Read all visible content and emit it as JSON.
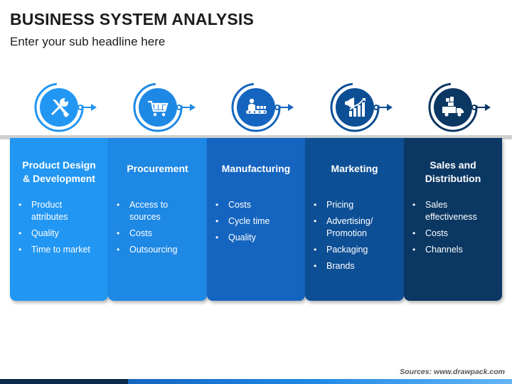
{
  "header": {
    "title": "BUSINESS SYSTEM ANALYSIS",
    "subtitle": "Enter your sub headline here"
  },
  "columns": [
    {
      "title_line1": "Product Design",
      "title_line2": "& Development",
      "icon": "wrench-screwdriver-icon",
      "color": "#2196f3",
      "items": [
        [
          "Product",
          "attributes"
        ],
        [
          "Quality"
        ],
        [
          "Time to market"
        ]
      ]
    },
    {
      "title_line1": "Procurement",
      "title_line2": "",
      "icon": "shopping-cart-icon",
      "color": "#1e88e5",
      "items": [
        [
          "Access to",
          "sources"
        ],
        [
          "Costs"
        ],
        [
          "Outsourcing"
        ]
      ]
    },
    {
      "title_line1": "Manufacturing",
      "title_line2": "",
      "icon": "conveyor-worker-icon",
      "color": "#1565c0",
      "items": [
        [
          "Costs"
        ],
        [
          "Cycle time"
        ],
        [
          "Quality"
        ]
      ]
    },
    {
      "title_line1": "Marketing",
      "title_line2": "",
      "icon": "megaphone-chart-icon",
      "color": "#0d4f95",
      "items": [
        [
          "Pricing"
        ],
        [
          "Advertising/",
          "Promotion"
        ],
        [
          "Packaging"
        ],
        [
          "Brands"
        ]
      ]
    },
    {
      "title_line1": "Sales and",
      "title_line2": "Distribution",
      "icon": "delivery-truck-icon",
      "color": "#0b3763",
      "items": [
        [
          "Sales",
          "effectiveness"
        ],
        [
          "Costs"
        ],
        [
          "Channels"
        ]
      ]
    }
  ],
  "source": "Sources: www.drawpack.com"
}
